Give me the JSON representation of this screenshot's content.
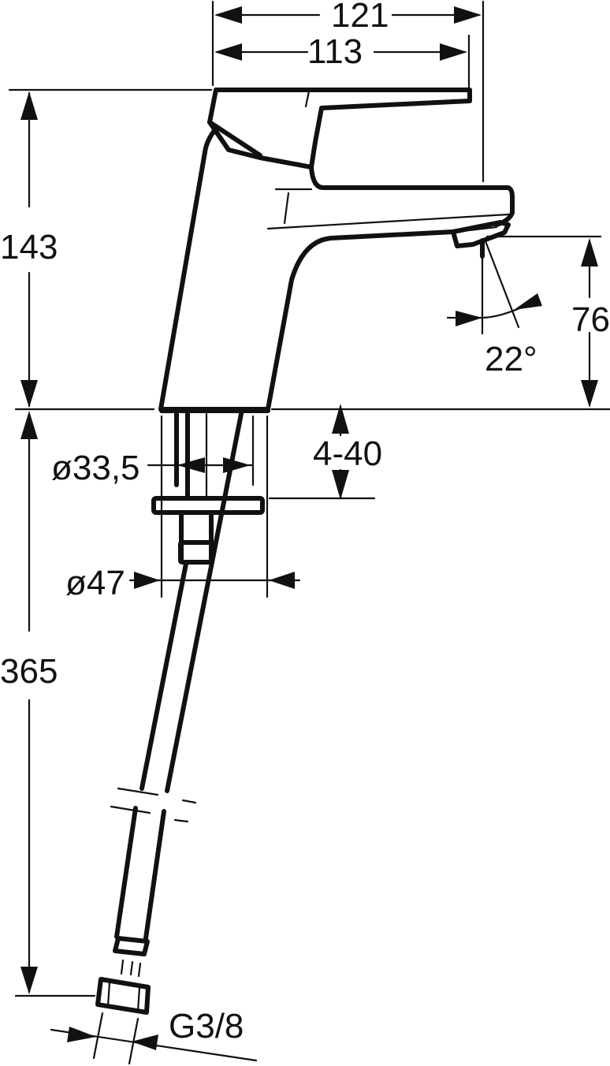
{
  "drawing": {
    "subject": "single-lever basin mixer faucet, side view",
    "units": "mm",
    "background": "#ffffff",
    "line_color": "#111111"
  },
  "dimensions": {
    "overall_depth": "121",
    "spout_reach": "113",
    "height_total": "143",
    "spout_height": "76",
    "spout_angle": "22°",
    "deck_thickness": "4-40",
    "shank_diameter": "ø33,5",
    "base_diameter": "ø47",
    "hose_length": "365",
    "connection_thread": "G3/8"
  }
}
